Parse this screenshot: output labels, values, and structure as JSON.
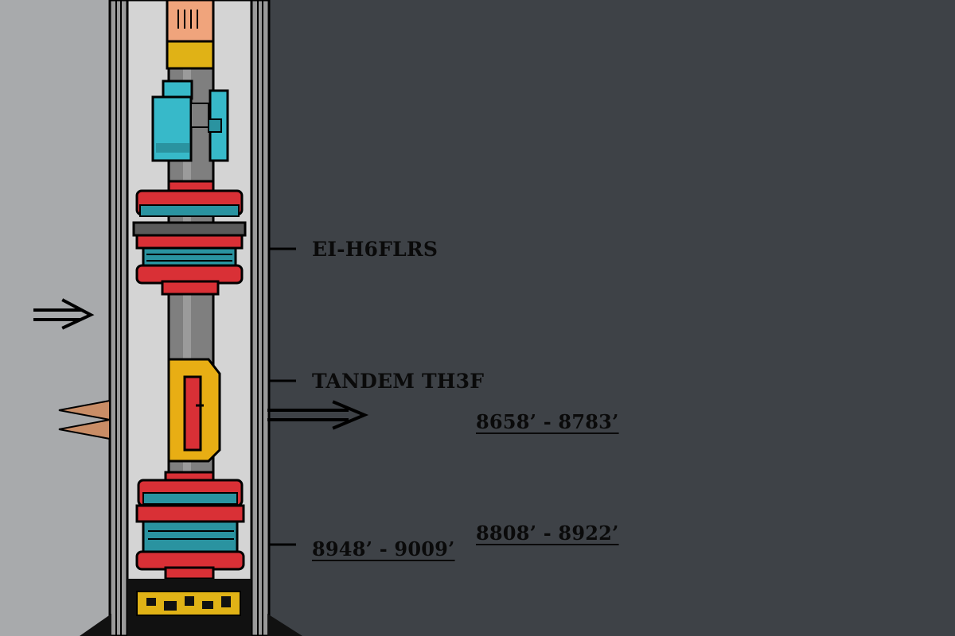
{
  "colors": {
    "background": "#3e4247",
    "formation": "#a8aaac",
    "wellbore": "#d4d4d4",
    "casing": "#8c8c8c",
    "mandrel": "#7f7f7f",
    "packer_element": "#d93036",
    "packer_teal": "#2a93a0",
    "setting_tool": "#37b9c9",
    "tandem": "#e8ae14",
    "tubing_top": "#f0a47c",
    "collar": "#e0b216",
    "perforation": "#c98d66",
    "base": "#111111"
  },
  "labels": {
    "upper_packer": "EI-H6FLRS",
    "tandem": "TANDEM TH3F",
    "depth_1": "8658’ - 8783’",
    "depth_2": "8808’ - 8922’",
    "depth_3": "8948’ - 9009’"
  },
  "icons": {
    "left_arrow": "arrow-right-icon",
    "right_arrow": "arrow-right-icon",
    "perforations": "perforation-spike-icon"
  }
}
